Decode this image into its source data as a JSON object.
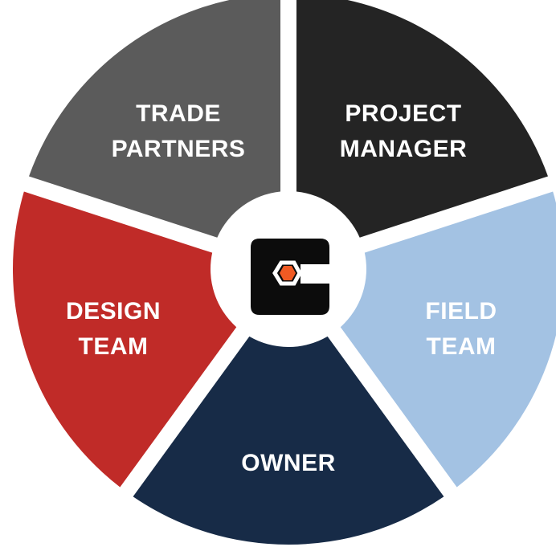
{
  "diagram": {
    "center_logo": {
      "name": "logo",
      "colors": {
        "frame": "#0c0c0c",
        "hexagon_ring": "#ffffff",
        "hexagon_core": "#f05a23"
      }
    },
    "segments": [
      {
        "id": "trade-partners",
        "lines": [
          "TRADE",
          "PARTNERS"
        ],
        "color": "#5b5b5b"
      },
      {
        "id": "project-manager",
        "lines": [
          "PROJECT",
          "MANAGER"
        ],
        "color": "#242424"
      },
      {
        "id": "field-team",
        "lines": [
          "FIELD",
          "TEAM"
        ],
        "color": "#a3c2e3"
      },
      {
        "id": "owner",
        "lines": [
          "OWNER"
        ],
        "color": "#172b47"
      },
      {
        "id": "design-team",
        "lines": [
          "DESIGN",
          "TEAM"
        ],
        "color": "#c02b28"
      }
    ]
  }
}
